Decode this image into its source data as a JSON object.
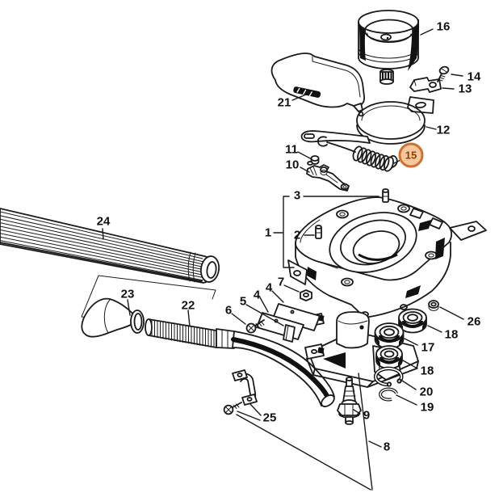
{
  "diagram": {
    "type": "exploded-parts-diagram",
    "background_color": "#ffffff",
    "line_color": "#1a1a1a",
    "highlighted_part": "15",
    "highlight_style": {
      "fill": "#f6c89c",
      "border": "#cf7033",
      "text": "#8c3d05"
    },
    "callouts": [
      {
        "id": "16",
        "label": "16"
      },
      {
        "id": "14",
        "label": "14"
      },
      {
        "id": "13",
        "label": "13"
      },
      {
        "id": "21",
        "label": "21"
      },
      {
        "id": "12",
        "label": "12"
      },
      {
        "id": "11",
        "label": "11"
      },
      {
        "id": "15",
        "label": "15",
        "highlighted": true
      },
      {
        "id": "10",
        "label": "10"
      },
      {
        "id": "3",
        "label": "3"
      },
      {
        "id": "1",
        "label": "1"
      },
      {
        "id": "2",
        "label": "2"
      },
      {
        "id": "24",
        "label": "24"
      },
      {
        "id": "7",
        "label": "7"
      },
      {
        "id": "4a",
        "label": "4"
      },
      {
        "id": "4b",
        "label": "4"
      },
      {
        "id": "23",
        "label": "23"
      },
      {
        "id": "5",
        "label": "5"
      },
      {
        "id": "22",
        "label": "22"
      },
      {
        "id": "6",
        "label": "6"
      },
      {
        "id": "26",
        "label": "26"
      },
      {
        "id": "18a",
        "label": "18"
      },
      {
        "id": "17",
        "label": "17"
      },
      {
        "id": "18b",
        "label": "18"
      },
      {
        "id": "20",
        "label": "20"
      },
      {
        "id": "19",
        "label": "19"
      },
      {
        "id": "9",
        "label": "9"
      },
      {
        "id": "25",
        "label": "25"
      },
      {
        "id": "8",
        "label": "8"
      }
    ]
  }
}
